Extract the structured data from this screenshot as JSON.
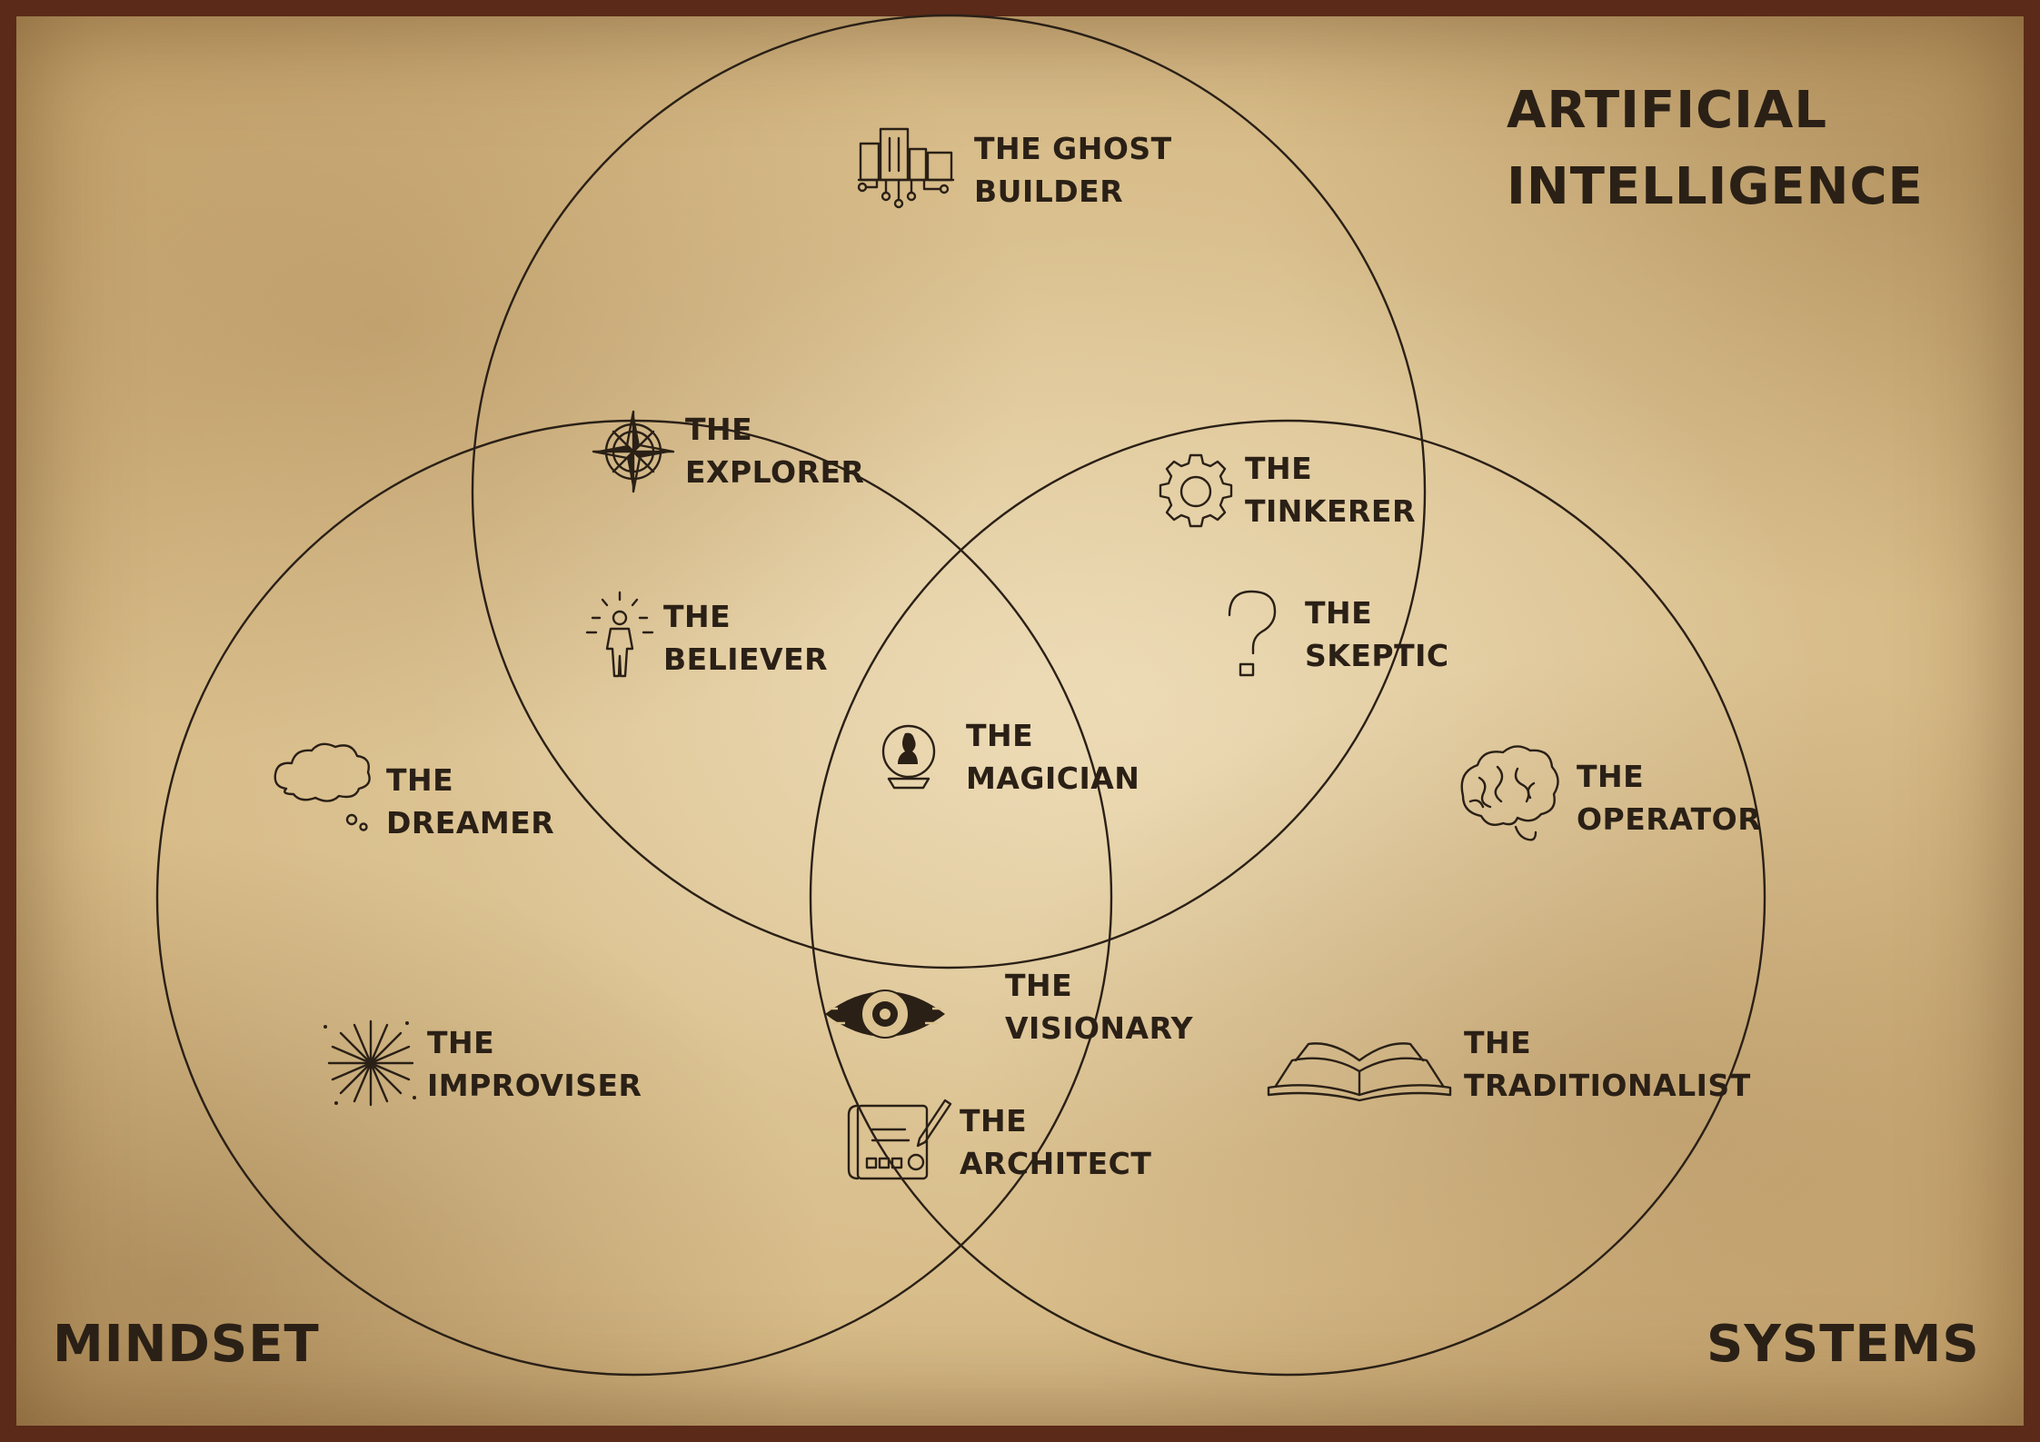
{
  "sets": {
    "ai": [
      "ARTIFICIAL",
      "INTELLIGENCE"
    ],
    "mindset": "MINDSET",
    "systems": "SYSTEMS"
  },
  "archetypes": {
    "ghost_builder": [
      "THE GHOST",
      "BUILDER"
    ],
    "explorer": [
      "THE",
      "EXPLORER"
    ],
    "believer": [
      "THE",
      "BELIEVER"
    ],
    "tinkerer": [
      "THE",
      "TINKERER"
    ],
    "skeptic": [
      "THE",
      "SKEPTIC"
    ],
    "magician": [
      "THE",
      "MAGICIAN"
    ],
    "dreamer": [
      "THE",
      "DREAMER"
    ],
    "operator": [
      "THE",
      "OPERATOR"
    ],
    "visionary": [
      "THE",
      "VISIONARY"
    ],
    "improviser": [
      "THE",
      "IMPROVISER"
    ],
    "traditionalist": [
      "THE",
      "TRADITIONALIST"
    ],
    "architect": [
      "THE",
      "ARCHITECT"
    ]
  },
  "icons": {
    "ghost_builder": "circuit-buildings-icon",
    "explorer": "compass-rose-icon",
    "believer": "radiant-figure-icon",
    "tinkerer": "gear-icon",
    "skeptic": "question-mark-icon",
    "magician": "crystal-ball-icon",
    "dreamer": "thought-cloud-icon",
    "operator": "brain-icon",
    "visionary": "eye-icon",
    "improviser": "firework-icon",
    "traditionalist": "open-book-icon",
    "architect": "blueprint-icon"
  },
  "colors": {
    "ink": "#2a2016",
    "paper": "#dcc391",
    "frame": "#5b2a18"
  }
}
